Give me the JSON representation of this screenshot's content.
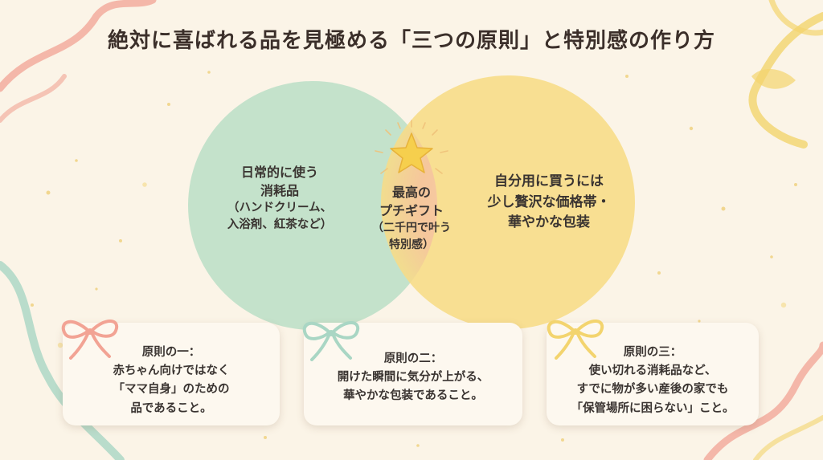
{
  "title": "絶対に喜ばれる品を見極める「三つの原則」と特別感の作り方",
  "venn": {
    "left": {
      "line1": "日常的に使う",
      "line2": "消耗品",
      "line3": "（ハンドクリーム、",
      "line4": "入浴剤、紅茶など）"
    },
    "center": {
      "line1": "最高の",
      "line2": "プチギフト",
      "line3": "（二千円で叶う",
      "line4": "特別感）"
    },
    "right": {
      "line1": "自分用に買うには",
      "line2": "少し贅沢な価格帯・",
      "line3": "華やかな包装"
    }
  },
  "cards": [
    {
      "title": "原則の一：",
      "line1": "赤ちゃん向けではなく",
      "line2": "「ママ自身」のための",
      "line3": "品であること。"
    },
    {
      "title": "原則の二：",
      "line1": "開けた瞬間に気分が上がる、",
      "line2": "華やかな包装であること。"
    },
    {
      "title": "原則の三：",
      "line1": "使い切れる消耗品など、",
      "line2": "すでに物が多い産後の家でも",
      "line3": "「保管場所に困らない」こと。"
    }
  ],
  "colors": {
    "background": "#fbf4e7",
    "left_circle": "#bfe0c9",
    "right_circle": "#f7dc86",
    "center_glow": "#f7bfa0",
    "ribbon_pink": "#f2a394",
    "ribbon_green": "#a9d6c4",
    "ribbon_yellow": "#f3d46e",
    "star": "#f6cf4d"
  },
  "icons": [
    "star-icon",
    "ribbon-bow-icon"
  ]
}
